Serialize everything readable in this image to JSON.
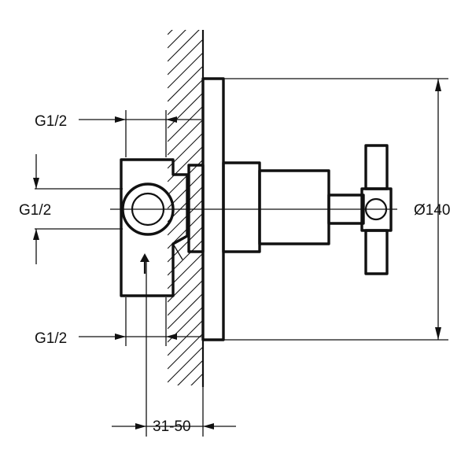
{
  "labels": {
    "g_top": "G1/2",
    "g_mid": "G1/2",
    "g_bottom": "G1/2",
    "diameter": "Ø140",
    "depth": "31-50"
  }
}
